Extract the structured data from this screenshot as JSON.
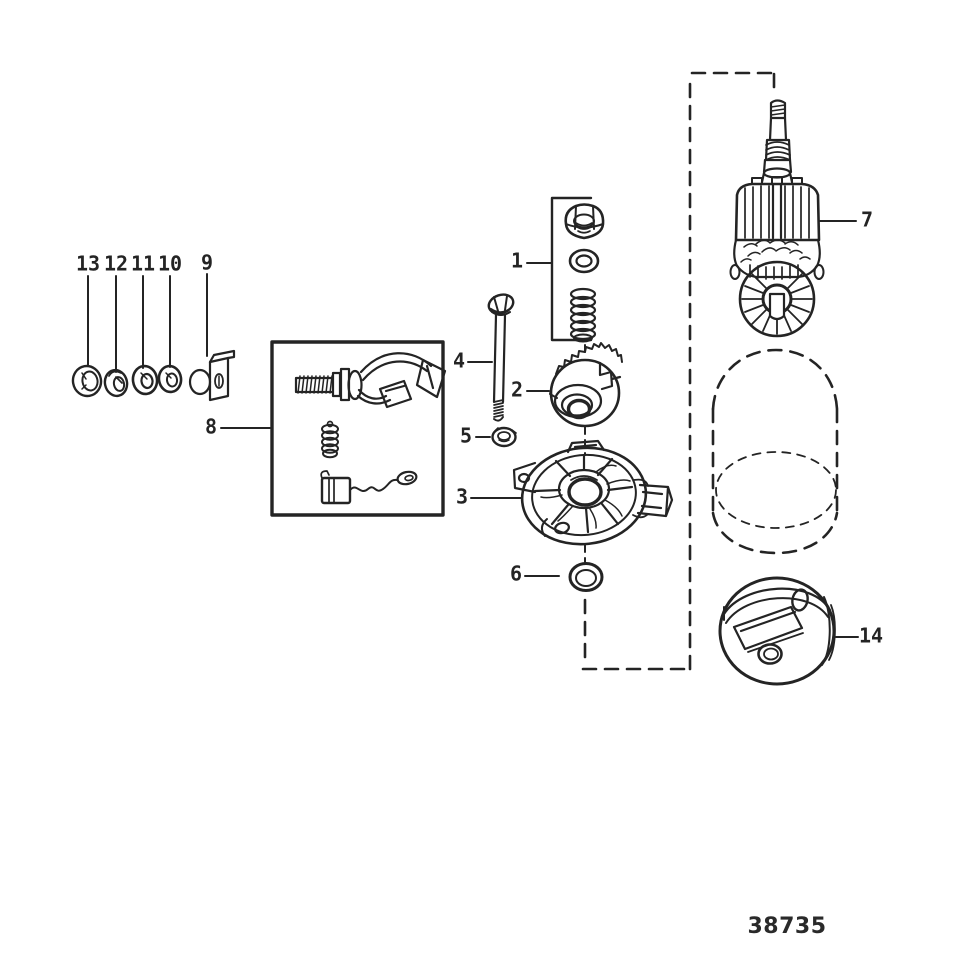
{
  "drawing": {
    "number": "38735",
    "background": "#ffffff",
    "line_color": "#242424"
  },
  "callouts": {
    "c1": {
      "label": "1"
    },
    "c2": {
      "label": "2"
    },
    "c3": {
      "label": "3"
    },
    "c4": {
      "label": "4"
    },
    "c5": {
      "label": "5"
    },
    "c6": {
      "label": "6"
    },
    "c7": {
      "label": "7"
    },
    "c8": {
      "label": "8"
    },
    "c9": {
      "label": "9"
    },
    "c10": {
      "label": "10"
    },
    "c11": {
      "label": "11"
    },
    "c12": {
      "label": "12"
    },
    "c13": {
      "label": "13"
    },
    "c14": {
      "label": "14"
    }
  }
}
